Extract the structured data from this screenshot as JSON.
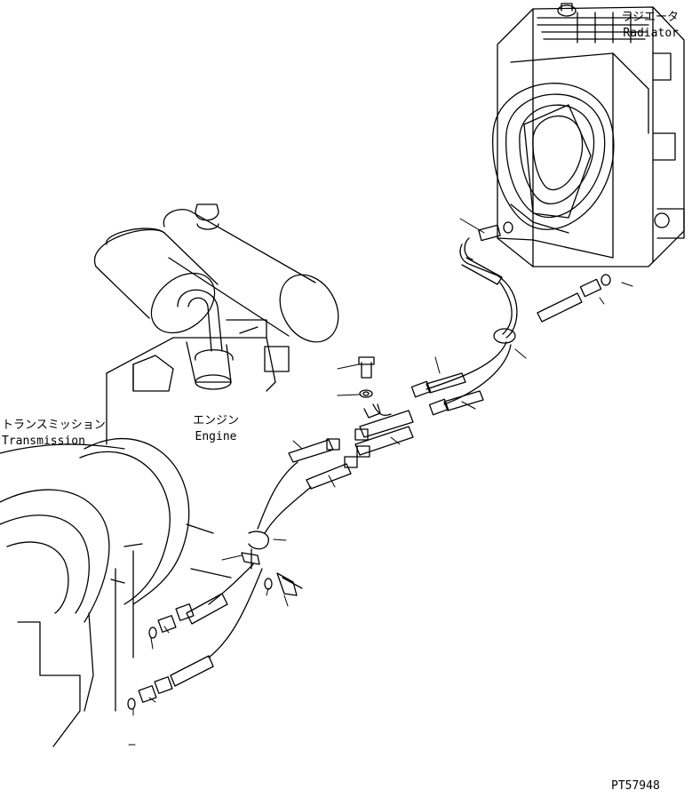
{
  "labels": {
    "radiator_jp": "ラジエータ",
    "radiator_en": "Radiator",
    "transmission_jp": "トランスミッション",
    "transmission_en": "Transmission",
    "engine_jp": "エンジン",
    "engine_en": "Engine",
    "drawing_code": "PT57948"
  },
  "colors": {
    "line": "#000000",
    "background": "#ffffff"
  }
}
